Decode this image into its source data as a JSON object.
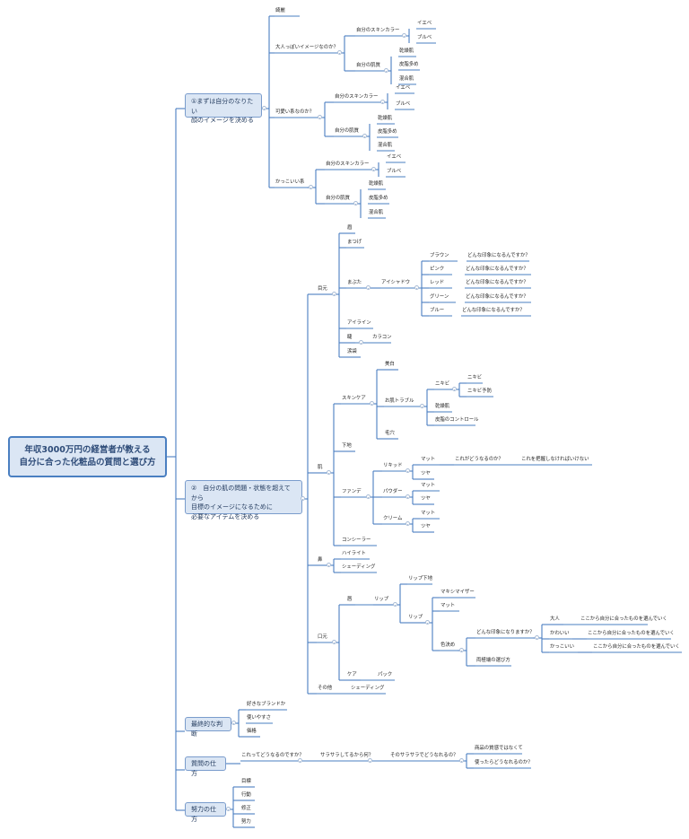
{
  "root": {
    "line1": "年収3000万円の経営者が教える",
    "line2": "自分に合った化粧品の質問と選び方"
  },
  "branches": {
    "b1": {
      "line1": "①まずは自分のなりたい",
      "line2": "顔のイメージを決める"
    },
    "b2": {
      "line1": "②　自分の肌の問題・状態を超えてから",
      "line2": "目標のイメージになるために",
      "line3": "必要なアイテムを決める"
    },
    "b3": "最終的な判断",
    "b4": "質問の仕方",
    "b5": "努力の仕方"
  },
  "t": {
    "namae": "綺麗",
    "otona": "大人っぽいイメージなのか？",
    "skin_color": "自分のスキンカラー",
    "yellow": "イエベ",
    "blue": "ブルベ",
    "hada_shitsu": "自分の肌質",
    "dry": "乾燥肌",
    "oily": "皮脂多め",
    "combo": "混合肌",
    "kawaii": "可愛い系なのか？",
    "kakkoii": "かっこいい系",
    "meta": "目元",
    "mayu": "眉",
    "matsuge": "まつげ",
    "mabuta": "まぶた",
    "eyeshadow": "アイシャドウ",
    "brown": "ブラウン",
    "pink": "ピンク",
    "red": "レッド",
    "green": "グリーン",
    "blue_c": "ブルー",
    "q_impression": "どんな印象になるんですか？",
    "eyeliner": "アイライン",
    "eye_lash": "睫",
    "mascara": "カラコン",
    "namida": "涙袋",
    "hada": "肌",
    "skincare": "スキンケア",
    "bihaku": "美白",
    "hada_trouble": "お肌トラブル",
    "nikibi": "ニキビ",
    "nikibi2": "ニキビ",
    "nikibi_yobou": "ニキビ予防",
    "kansou": "乾燥肌",
    "hishi_control": "皮脂のコントロール",
    "keana": "毛穴",
    "shitaji": "下地",
    "foundation": "ファンデ",
    "liquid": "リキッド",
    "matte": "マット",
    "tsuya": "ツヤ",
    "q_dounaru": "これがどうなるのか？",
    "q_haaku": "これを把握しなければいけない",
    "powder": "パウダー",
    "cream": "クリーム",
    "concealer": "コンシーラー",
    "hana": "鼻",
    "highlight": "ハイライト",
    "shading": "シェーディング",
    "kuchimoto": "口元",
    "kuchibiru": "唇",
    "lip": "リップ",
    "lip_shitaji": "リップ下地",
    "maximizer": "マキシマイザー",
    "iro_kime": "色決め",
    "q_impression2": "どんな印象になりますか？",
    "otona2": "大人",
    "kawaii2": "かわいい",
    "kakkoii2": "かっこいい",
    "kokokara": "ここから自分に合ったものを選んでいく",
    "ryouhou": "両極端の選び方",
    "care": "ケア",
    "pack": "パック",
    "sonota": "その他",
    "shading2": "シェーディング",
    "suki_brand": "好きなブランドか",
    "tsukaiyasui": "使いやすさ",
    "kakaku": "価格",
    "q_koreha": "これってどうなるのですか？",
    "q_sarasara": "サラサラしてるから何？",
    "q_sono": "そのサラサラでどうなれるの？",
    "shohin": "商品の質感ではなくて",
    "tsukatta": "使ったらどうなれるのか？",
    "mokuhyou": "目標",
    "koudou": "行動",
    "shusei": "修正",
    "doryoku": "努力"
  },
  "colors": {
    "line": "#4a7fc1",
    "box_fill": "#dbe6f4",
    "toggle": "#a9bcd6"
  }
}
